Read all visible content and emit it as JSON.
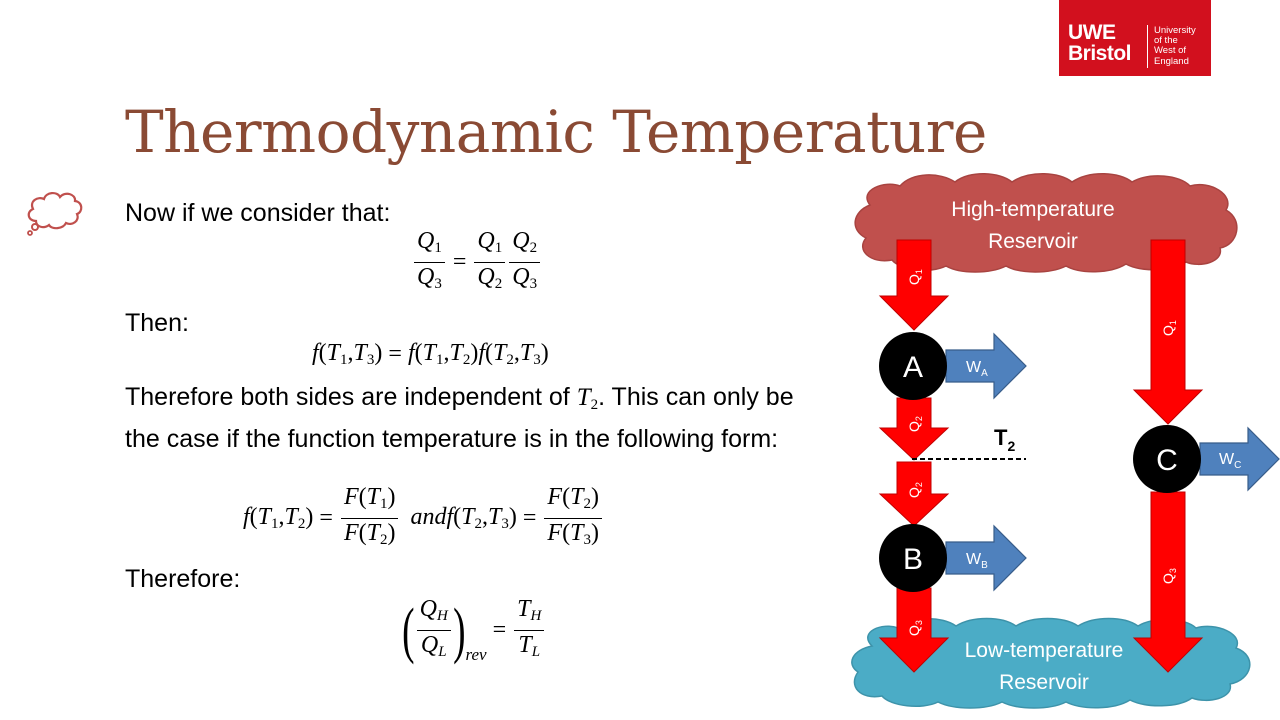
{
  "logo": {
    "line1": "UWE",
    "line2": "Bristol",
    "university_lines": [
      "University",
      "of the",
      "West of",
      "England"
    ]
  },
  "title": "Thermodynamic Temperature",
  "text": {
    "intro": "Now if we consider that:",
    "then": "Then:",
    "therefore_sentence_1": "Therefore both sides are independent of ",
    "therefore_sentence_2": ". This can only be the case if the function temperature is in the following form:",
    "therefore": "Therefore:"
  },
  "equations": {
    "and_word": "and"
  },
  "diagram": {
    "high_reservoir_line1": "High-temperature",
    "high_reservoir_line2": "Reservoir",
    "low_reservoir_line1": "Low-temperature",
    "low_reservoir_line2": "Reservoir",
    "engine_a": "A",
    "engine_b": "B",
    "engine_c": "C",
    "work_a": "W",
    "work_a_sub": "A",
    "work_b": "W",
    "work_b_sub": "B",
    "work_c": "W",
    "work_c_sub": "C",
    "q": "Q",
    "q1_sub": "1",
    "q2_sub": "2",
    "q3_sub": "3",
    "t2_label": "T",
    "t2_sub": "2"
  },
  "colors": {
    "title": "#8a4a34",
    "logo_red": "#d2101e",
    "high_reservoir": "#c0504d",
    "low_reservoir": "#4bacc6",
    "heat_arrow": "#ff0000",
    "work_arrow": "#4f81bd",
    "thought_icon": "#c0504d"
  },
  "icons": {
    "thought": "thought-bubble-icon"
  }
}
